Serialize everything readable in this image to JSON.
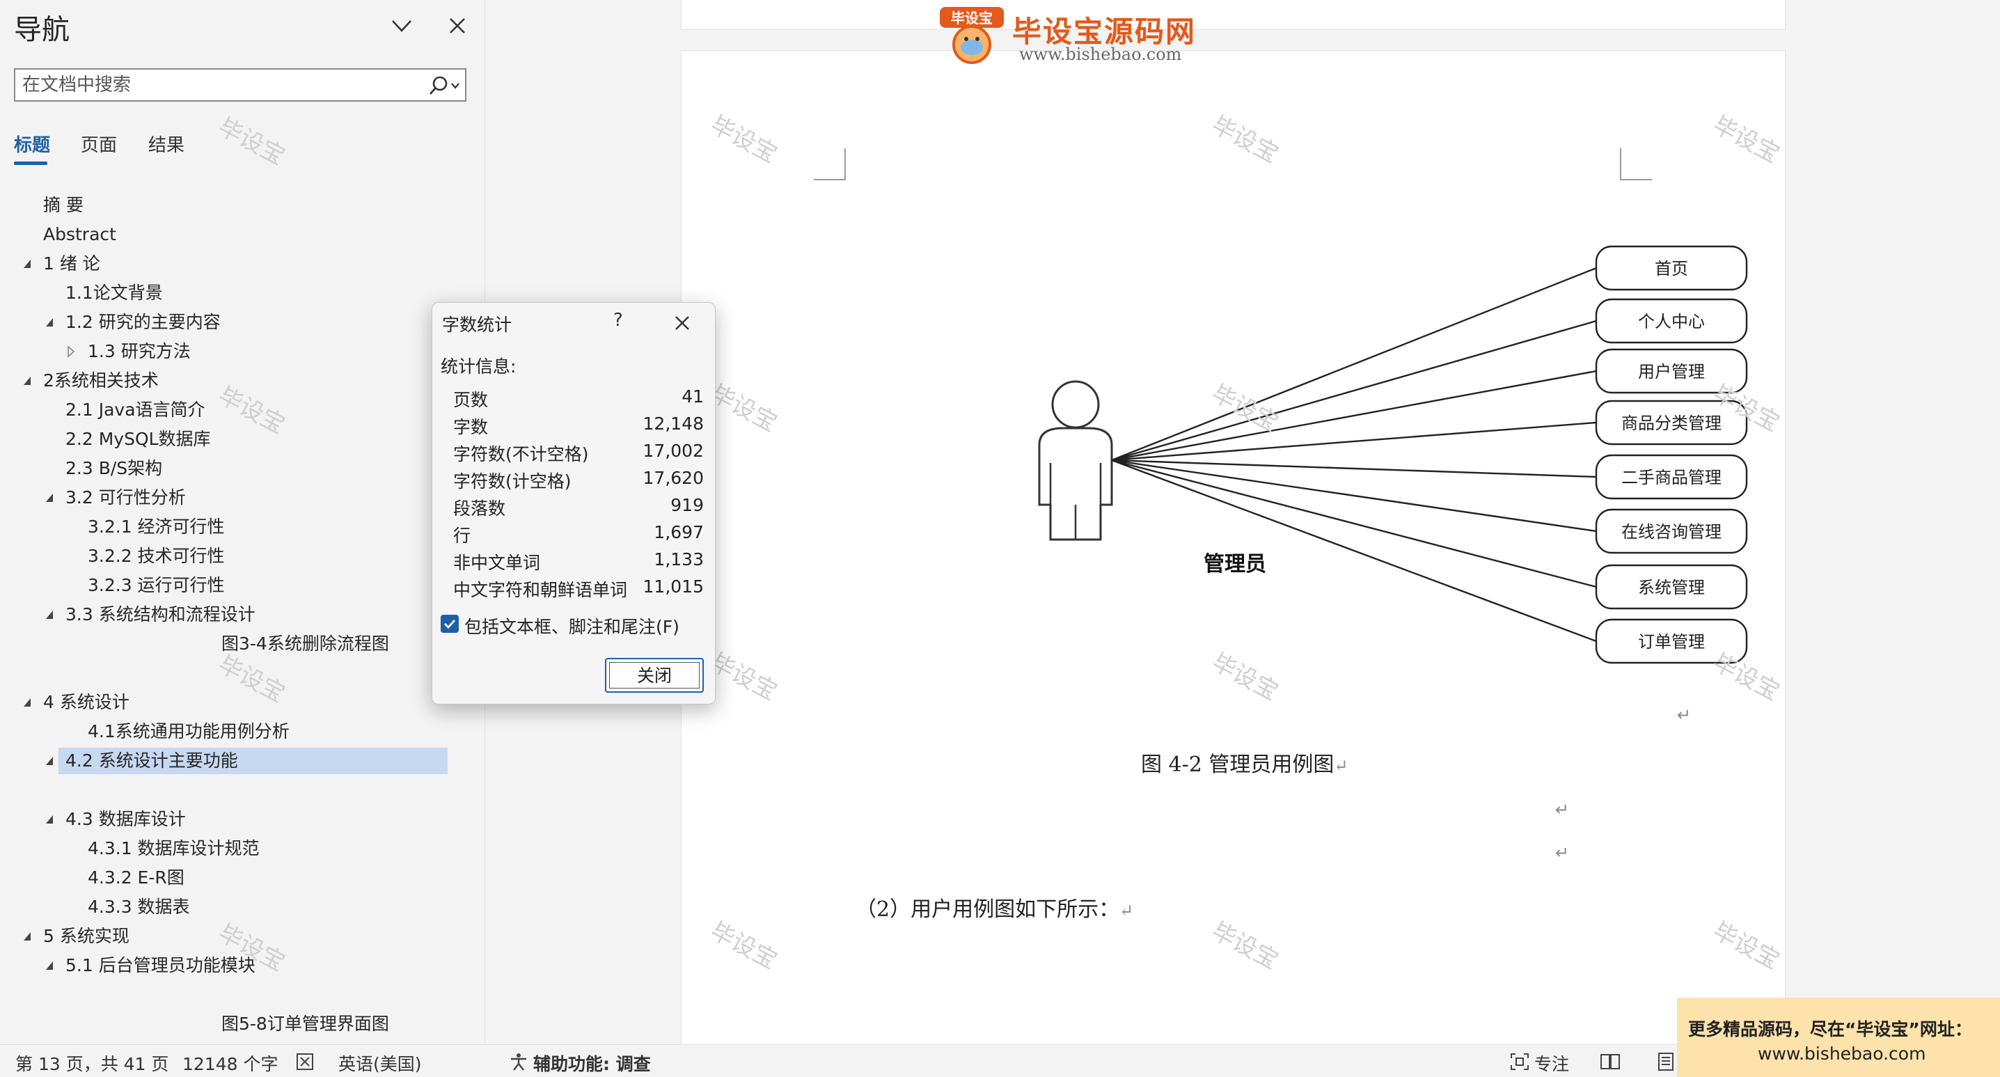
{
  "nav": {
    "title": "导航",
    "search_placeholder": "在文档中搜索",
    "tabs": [
      {
        "label": "标题",
        "active": true
      },
      {
        "label": "页面",
        "active": false
      },
      {
        "label": "结果",
        "active": false
      }
    ],
    "headings": [
      {
        "label": "摘 要",
        "level": 0,
        "toggle": "none"
      },
      {
        "label": "Abstract",
        "level": 0,
        "toggle": "none"
      },
      {
        "label": "1 绪 论",
        "level": 0,
        "toggle": "expanded"
      },
      {
        "label": "1.1论文背景",
        "level": 1,
        "toggle": "none"
      },
      {
        "label": "1.2 研究的主要内容",
        "level": 1,
        "toggle": "expanded"
      },
      {
        "label": "1.3 研究方法",
        "level": 2,
        "toggle": "collapsed"
      },
      {
        "label": "2系统相关技术",
        "level": 0,
        "toggle": "expanded"
      },
      {
        "label": "2.1 Java语言简介",
        "level": 1,
        "toggle": "none"
      },
      {
        "label": "2.2  MySQL数据库",
        "level": 1,
        "toggle": "none"
      },
      {
        "label": "2.3 B/S架构",
        "level": 1,
        "toggle": "none"
      },
      {
        "label": "3.2 可行性分析",
        "level": 1,
        "toggle": "expanded"
      },
      {
        "label": "3.2.1 经济可行性",
        "level": 2,
        "toggle": "none"
      },
      {
        "label": "3.2.2 技术可行性",
        "level": 2,
        "toggle": "none"
      },
      {
        "label": "3.2.3 运行可行性",
        "level": 2,
        "toggle": "none"
      },
      {
        "label": "3.3 系统结构和流程设计",
        "level": 1,
        "toggle": "expanded"
      },
      {
        "label": "图3-4系统删除流程图",
        "level": 3,
        "toggle": "none"
      },
      {
        "label": "4 系统设计",
        "level": 0,
        "toggle": "expanded"
      },
      {
        "label": "4.1系统通用功能用例分析",
        "level": 2,
        "toggle": "none"
      },
      {
        "label": "4.2 系统设计主要功能",
        "level": 1,
        "toggle": "expanded",
        "selected": true
      },
      {
        "label": "4.3 数据库设计",
        "level": 1,
        "toggle": "expanded"
      },
      {
        "label": "4.3.1 数据库设计规范",
        "level": 2,
        "toggle": "none"
      },
      {
        "label": "4.3.2 E-R图",
        "level": 2,
        "toggle": "none"
      },
      {
        "label": "4.3.3 数据表",
        "level": 2,
        "toggle": "none"
      },
      {
        "label": "5 系统实现",
        "level": 0,
        "toggle": "expanded"
      },
      {
        "label": "5.1 后台管理员功能模块",
        "level": 1,
        "toggle": "expanded"
      },
      {
        "label": "图5-8订单管理界面图",
        "level": 3,
        "toggle": "none"
      }
    ]
  },
  "status": {
    "page": "第 13 页，共 41 页",
    "words": "12148 个字",
    "language": "英语(美国)",
    "accessibility": "辅助功能: 调查",
    "focus": "专注"
  },
  "logo": {
    "name": "毕设宝源码网",
    "url": "www.bishebao.com",
    "badge": "毕设宝"
  },
  "watermark": "毕设宝",
  "dialog": {
    "title": "字数统计",
    "help": "?",
    "section": "统计信息:",
    "stats": [
      {
        "label": "页数",
        "value": "41"
      },
      {
        "label": "字数",
        "value": "12,148"
      },
      {
        "label": "字符数(不计空格)",
        "value": "17,002"
      },
      {
        "label": "字符数(计空格)",
        "value": "17,620"
      },
      {
        "label": "段落数",
        "value": "919"
      },
      {
        "label": "行",
        "value": "1,697"
      },
      {
        "label": "非中文单词",
        "value": "1,133"
      },
      {
        "label": "中文字符和朝鲜语单词",
        "value": "11,015"
      }
    ],
    "checkbox_label": "包括文本框、脚注和尾注(F)",
    "checkbox_checked": true,
    "close_button": "关闭"
  },
  "document": {
    "actor": "管理员",
    "use_cases": [
      "首页",
      "个人中心",
      "用户管理",
      "商品分类管理",
      "二手商品管理",
      "在线咨询管理",
      "系统管理",
      "订单管理"
    ],
    "caption": "图 4-2 管理员用例图",
    "paragraph": "（2）用户用例图如下所示：",
    "para_mark": "↵"
  },
  "ad": {
    "line1": "更多精品源码，尽在“毕设宝”网址：",
    "line2": "www.bishebao.com"
  },
  "colors": {
    "accent": "#1f5fa8",
    "selected_heading": "#c7d9f1",
    "logo": "#e25a1c",
    "ad_background": "#fde2ab"
  }
}
